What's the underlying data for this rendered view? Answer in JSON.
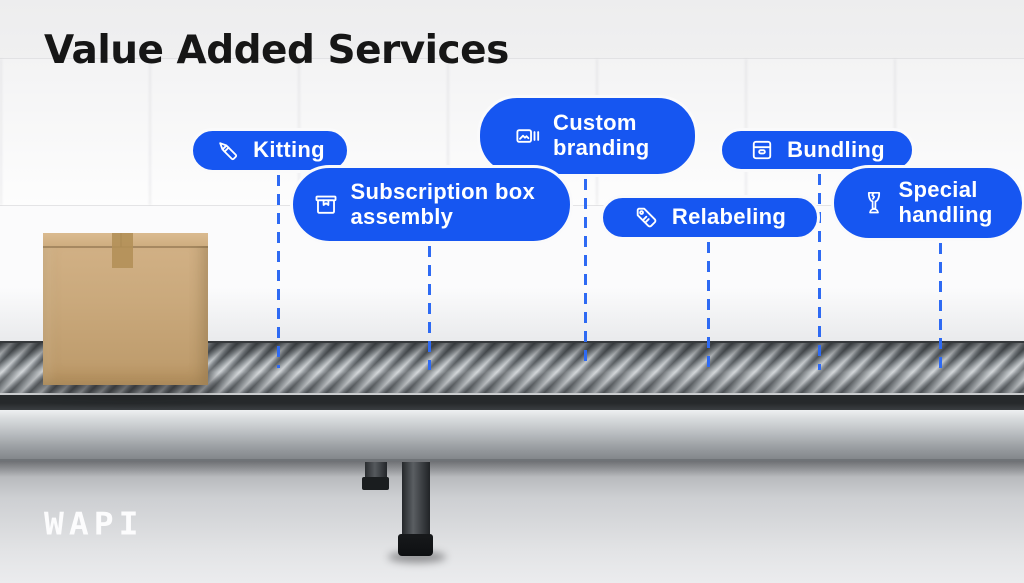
{
  "title": "Value Added Services",
  "logo": "WAPI",
  "colors": {
    "pill_blue": "#1656F1",
    "dash_line_blue": "#2E6AF3",
    "title_dark": "#161616",
    "box_tan": "#C9A87C",
    "pill_text": "#FFFFFF"
  },
  "services": [
    {
      "label": "Kitting",
      "icon": "box-cutter-icon"
    },
    {
      "label": "Subscription box assembly",
      "icon": "package-ribbon-icon"
    },
    {
      "label": "Custom branding",
      "icon": "branding-image-icon"
    },
    {
      "label": "Relabeling",
      "icon": "price-tag-icon"
    },
    {
      "label": "Bundling",
      "icon": "archive-box-icon"
    },
    {
      "label": "Special handling",
      "icon": "fragile-glass-icon"
    }
  ]
}
